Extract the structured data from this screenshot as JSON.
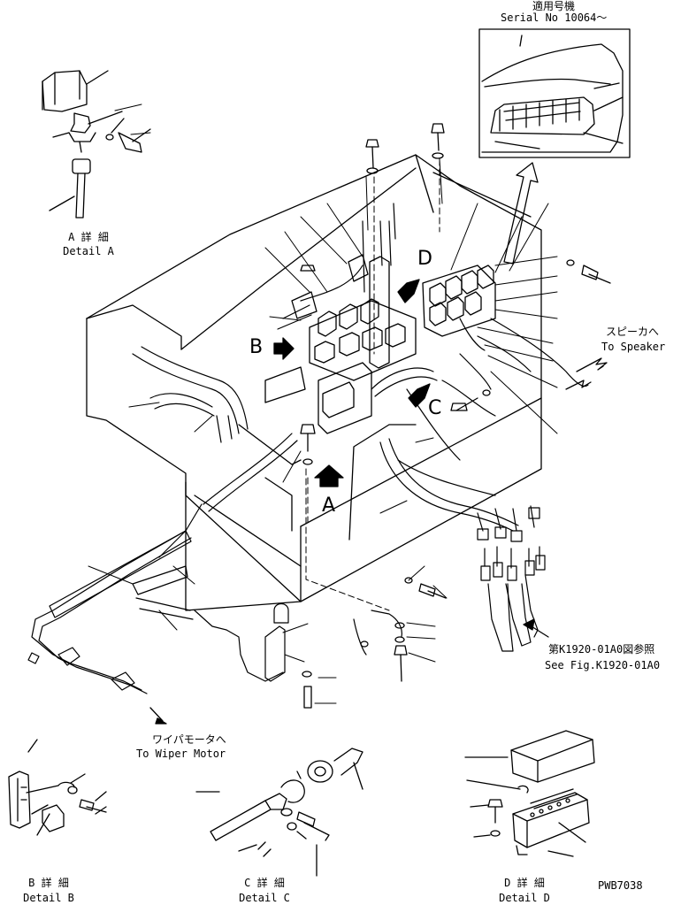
{
  "serial_box": {
    "title_jp": "適用号機",
    "title_en": "Serial No 10064～"
  },
  "details": {
    "a": {
      "jp": "A 詳 細",
      "en": "Detail A"
    },
    "b": {
      "jp": "B 詳 細",
      "en": "Detail B"
    },
    "c": {
      "jp": "C 詳 細",
      "en": "Detail C"
    },
    "d": {
      "jp": "D 詳 細",
      "en": "Detail D"
    }
  },
  "view_letters": {
    "a": "A",
    "b": "B",
    "c": "C",
    "d": "D"
  },
  "speaker": {
    "jp": "スピーカへ",
    "en": "To Speaker"
  },
  "reference": {
    "jp": "第K1920-01A0図参照",
    "en": "See Fig.K1920-01A0"
  },
  "wiper": {
    "jp": "ワイパモータへ",
    "en": "To Wiper Motor"
  },
  "drawing_no": "PWB7038"
}
